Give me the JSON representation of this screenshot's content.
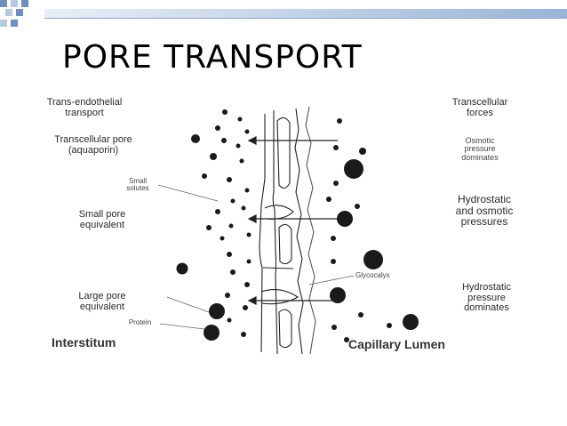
{
  "slide": {
    "title": "PORE TRANSPORT",
    "accent_color": "#7f9cc8",
    "deco_square_color": "#6f8fc0"
  },
  "diagram": {
    "left_header": {
      "line1": "Trans-endothelial",
      "line2": "transport"
    },
    "right_header": {
      "line1": "Transcellular",
      "line2": "forces"
    },
    "left_labels": {
      "transcellular_pore": {
        "line1": "Transcellular pore",
        "line2": "(aquaporin)"
      },
      "small_solutes": {
        "line1": "Small",
        "line2": "solutes"
      },
      "small_pore": {
        "line1": "Small pore",
        "line2": "equivalent"
      },
      "large_pore": {
        "line1": "Large pore",
        "line2": "equivalent"
      },
      "protein": "Protein",
      "interstitum": "Interstitum"
    },
    "right_labels": {
      "osmotic": {
        "line1": "Osmotic",
        "line2": "pressure",
        "line3": "dominates"
      },
      "hydro_osmotic": {
        "line1": "Hydrostatic",
        "line2": "and osmotic",
        "line3": "pressures"
      },
      "glycocalyx": "Glycocalyx",
      "hydro_dominates": {
        "line1": "Hydrostatic",
        "line2": "pressure",
        "line3": "dominates"
      },
      "capillary_lumen": "Capillary Lumen"
    }
  }
}
